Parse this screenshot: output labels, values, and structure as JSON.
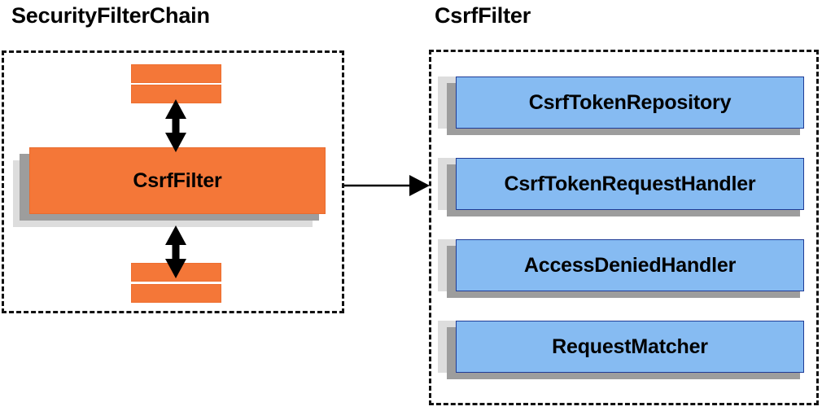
{
  "diagram": {
    "type": "component-diagram",
    "background_color": "#ffffff",
    "panels": [
      {
        "id": "securityfilterchain",
        "title": "SecurityFilterChain",
        "border_style": "dashed",
        "border_color": "#111111"
      },
      {
        "id": "csrffilter",
        "title": "CsrfFilter",
        "border_style": "dashed",
        "border_color": "#111111"
      }
    ],
    "colors": {
      "orange_fill": "#f47738",
      "orange_border": "#e86b2e",
      "blue_fill": "#86bbf2",
      "blue_border": "#1f3b96",
      "shadow_mid": "#9d9d9d",
      "shadow_light": "#dddddd",
      "text": "#000000"
    }
  },
  "left_panel": {
    "title": "SecurityFilterChain",
    "highlighted_box": {
      "label": "CsrfFilter",
      "fill": "#f47738",
      "shape": "stacked-box"
    },
    "filters_above": [
      {
        "label": "",
        "name": "filter-bar-above-1"
      },
      {
        "label": "",
        "name": "filter-bar-above-2"
      }
    ],
    "filters_below": [
      {
        "label": "",
        "name": "filter-bar-below-1"
      },
      {
        "label": "",
        "name": "filter-bar-below-2"
      }
    ],
    "connectors": [
      {
        "name": "arrow-above",
        "style": "double-headed-vertical"
      },
      {
        "name": "arrow-below",
        "style": "double-headed-vertical"
      }
    ]
  },
  "right_panel": {
    "title": "CsrfFilter",
    "collaborators": [
      {
        "label": "CsrfTokenRepository",
        "fill": "#86bbf2"
      },
      {
        "label": "CsrfTokenRequestHandler",
        "fill": "#86bbf2"
      },
      {
        "label": "AccessDeniedHandler",
        "fill": "#86bbf2"
      },
      {
        "label": "RequestMatcher",
        "fill": "#86bbf2"
      }
    ]
  },
  "cross_panel_connector": {
    "name": "expansion-arrow",
    "style": "single-headed-horizontal",
    "from": "SecurityFilterChain.CsrfFilter",
    "to": "CsrfFilter"
  }
}
